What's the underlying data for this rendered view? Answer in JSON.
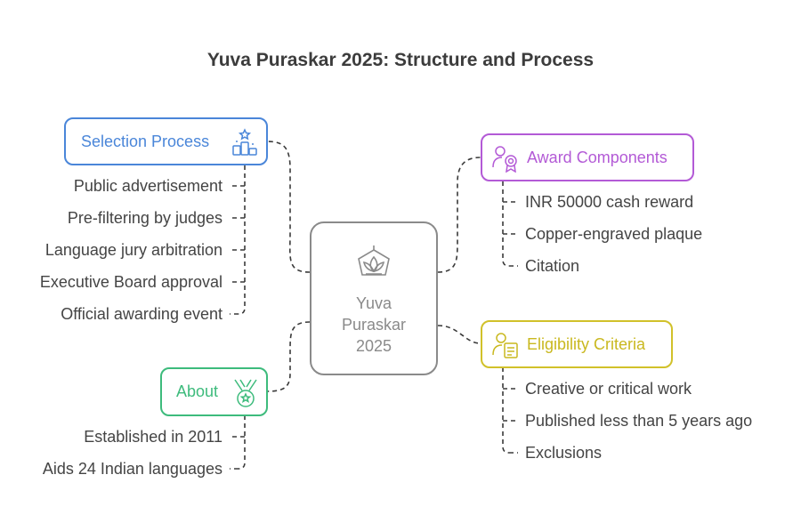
{
  "title": "Yuva Puraskar 2025: Structure and Process",
  "center": {
    "lines": [
      "Yuva",
      "Puraskar",
      "2025"
    ],
    "icon": "lotus-icon",
    "color": "#8a8a8a"
  },
  "branches": {
    "selection": {
      "label": "Selection Process",
      "icon": "podium-icon",
      "color": "#4a86d9",
      "items": [
        "Public advertisement",
        "Pre-filtering by judges",
        "Language jury arbitration",
        "Executive Board approval",
        "Official awarding event"
      ]
    },
    "about": {
      "label": "About",
      "icon": "medal-icon",
      "color": "#3dbb7c",
      "items": [
        "Established in 2011",
        "Aids 24 Indian languages"
      ]
    },
    "award": {
      "label": "Award Components",
      "icon": "award-person-icon",
      "color": "#b35ad6",
      "items": [
        "INR 50000 cash reward",
        "Copper-engraved plaque",
        "Citation"
      ]
    },
    "eligibility": {
      "label": "Eligibility Criteria",
      "icon": "eligibility-icon",
      "color": "#d1c12a",
      "items": [
        "Creative or critical work",
        "Published less than 5 years ago",
        "Exclusions"
      ]
    }
  }
}
